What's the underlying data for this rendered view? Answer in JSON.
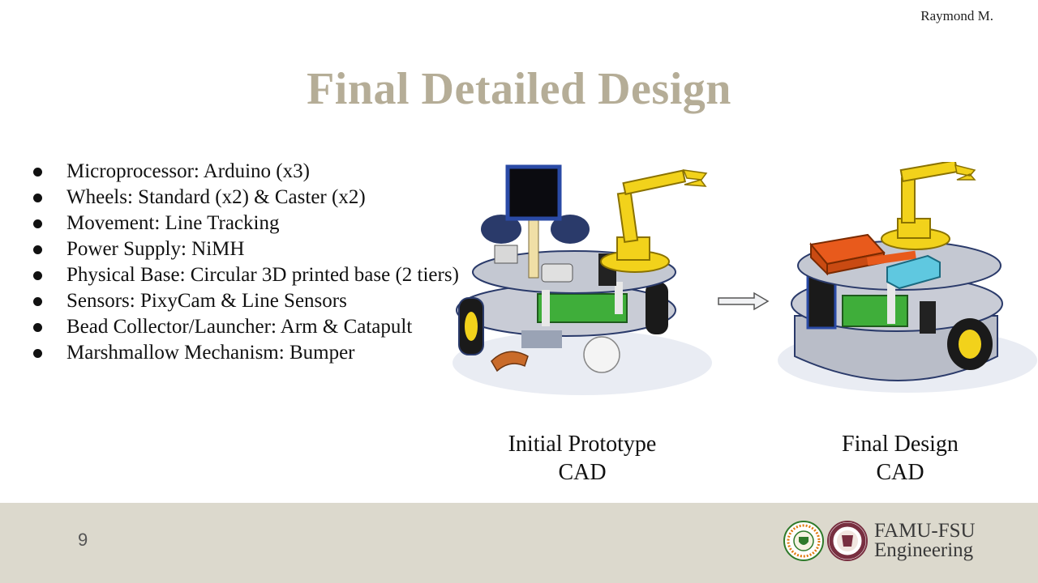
{
  "header": {
    "author": "Raymond M.",
    "title": "Final Detailed Design"
  },
  "bullets": [
    "Microprocessor: Arduino (x3)",
    "Wheels: Standard (x2) & Caster (x2)",
    "Movement: Line Tracking",
    "Power Supply: NiMH",
    "Physical Base: Circular 3D printed base (2 tiers)",
    "Sensors: PixyCam & Line Sensors",
    "Bead Collector/Launcher: Arm & Catapult",
    "Marshmallow Mechanism: Bumper"
  ],
  "figures": {
    "initial": {
      "caption_line1": "Initial Prototype",
      "caption_line2": "CAD",
      "image": "initial-prototype-robot-cad"
    },
    "final": {
      "caption_line1": "Final Design",
      "caption_line2": "CAD",
      "image": "final-design-robot-cad"
    },
    "arrow_icon": "right-arrow-icon"
  },
  "footer": {
    "page_number": "9",
    "logo_line1": "FAMU-FSU",
    "logo_line2": "Engineering",
    "logos": [
      "famu-seal-icon",
      "fsu-seal-icon"
    ]
  },
  "colors": {
    "title": "#b5ad97",
    "footer_bg": "#dcd9cd",
    "arm_yellow": "#f2d21b",
    "board_green": "#3fae3a",
    "box_orange": "#e85a1c",
    "box_cyan": "#5fc8e0",
    "base_gray": "#c9ccd6"
  }
}
